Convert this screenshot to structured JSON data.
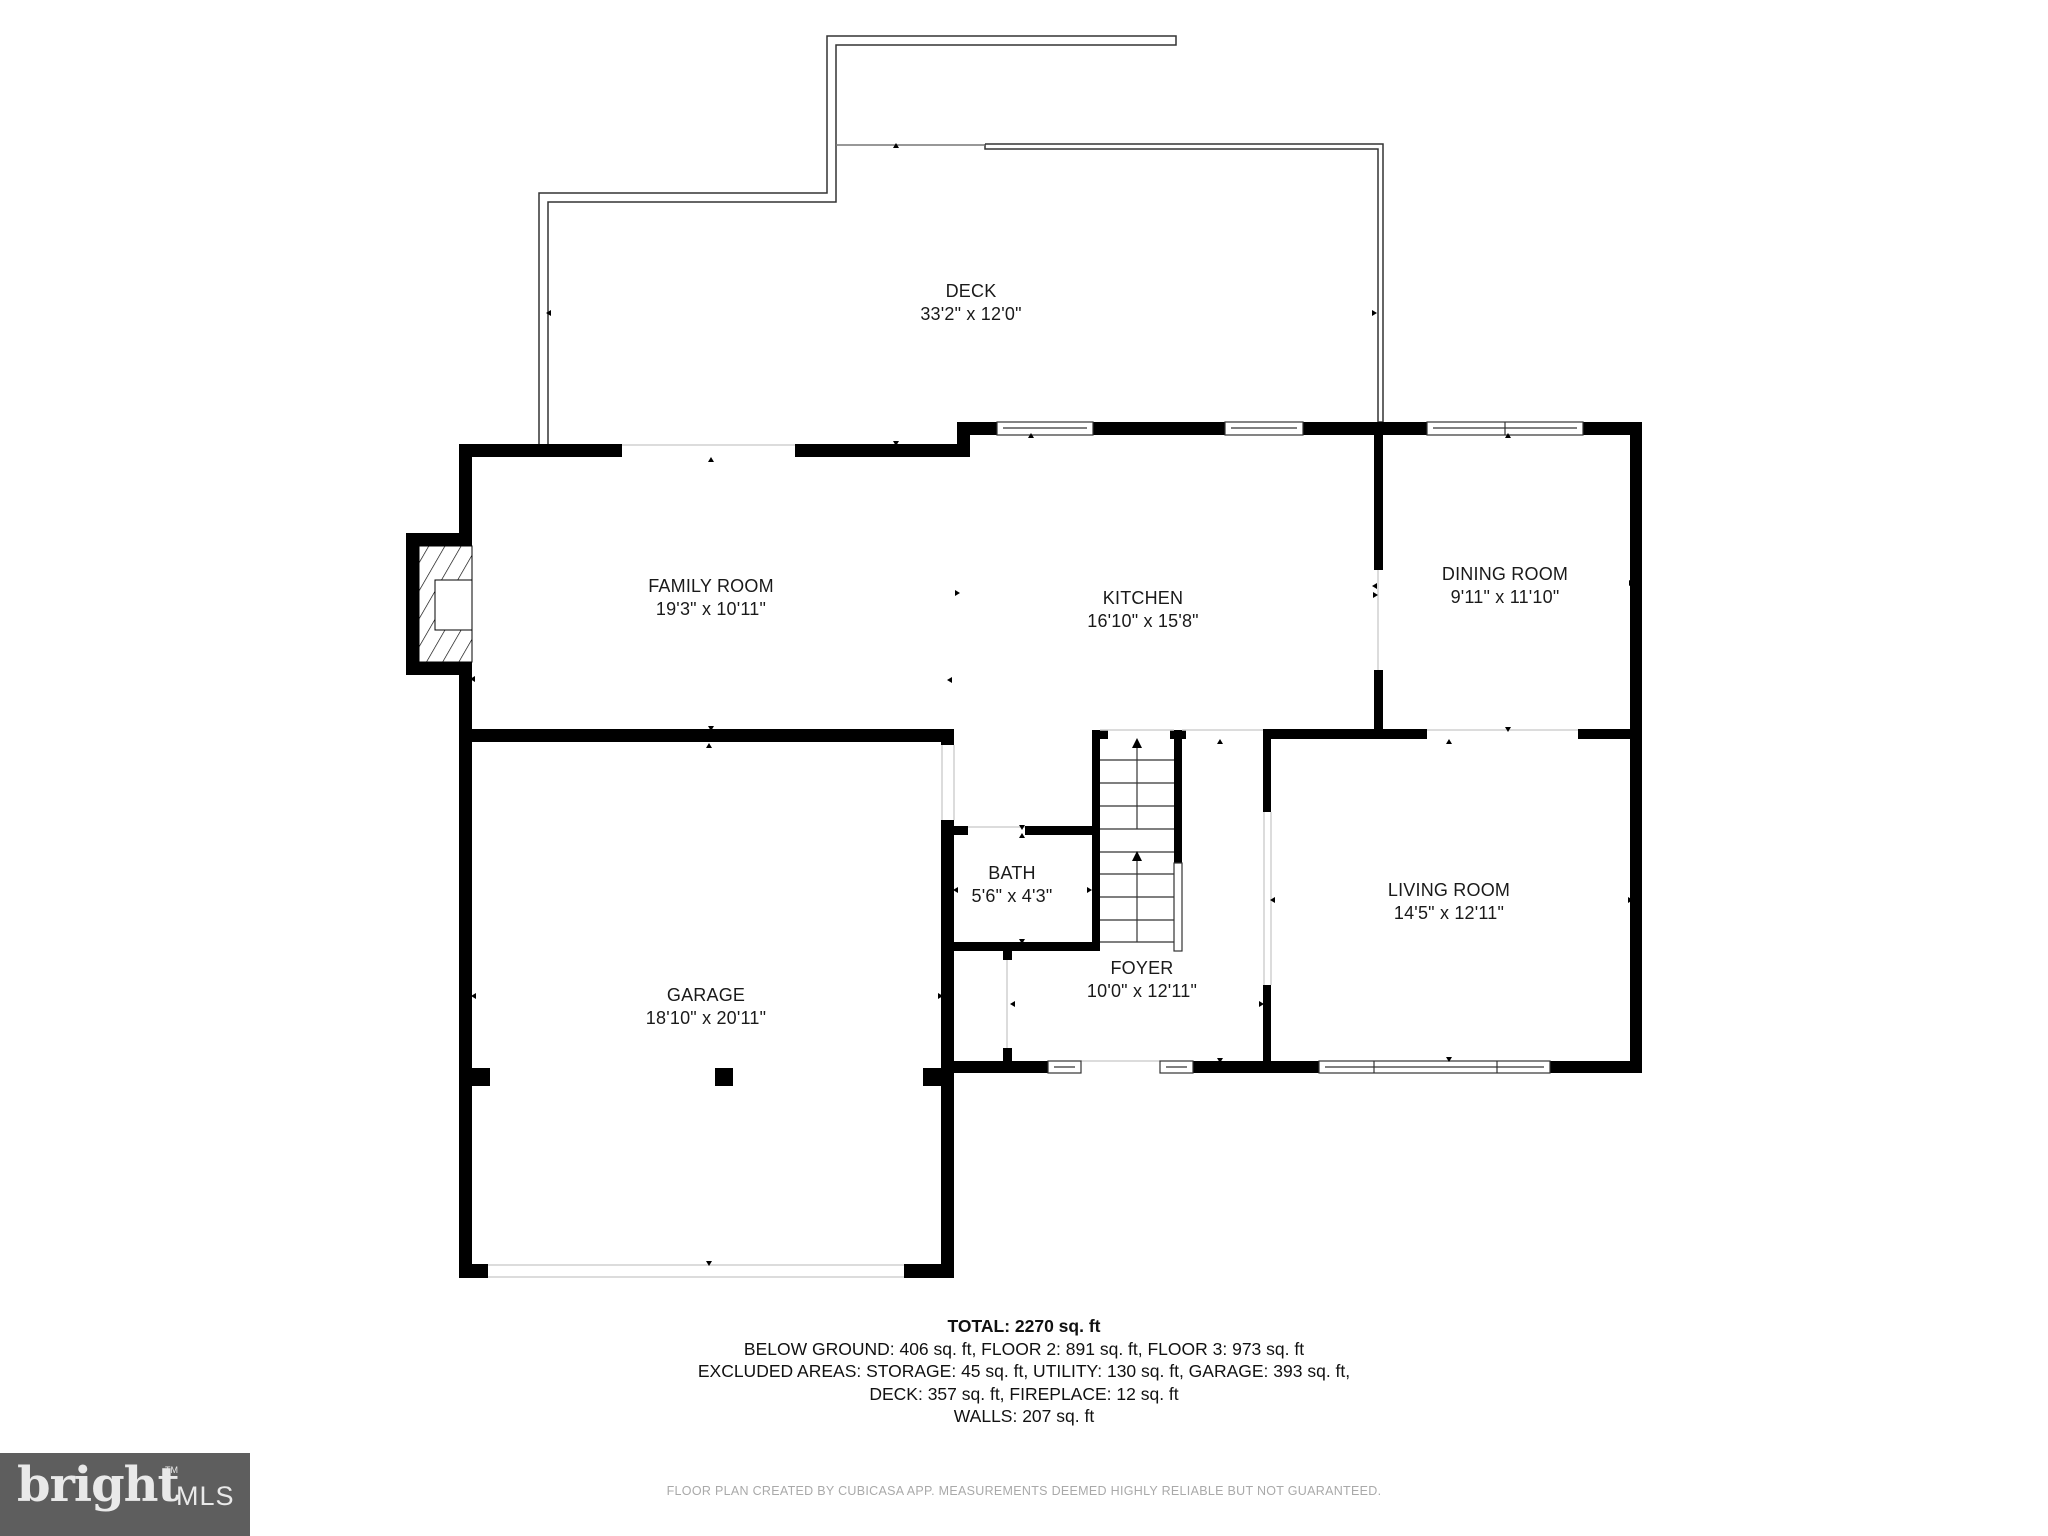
{
  "floor_plan": {
    "rooms": [
      {
        "id": "deck",
        "name": "DECK",
        "dims": "33'2\" x 12'0\""
      },
      {
        "id": "family-room",
        "name": "FAMILY ROOM",
        "dims": "19'3\" x 10'11\""
      },
      {
        "id": "kitchen",
        "name": "KITCHEN",
        "dims": "16'10\" x 15'8\""
      },
      {
        "id": "dining-room",
        "name": "DINING ROOM",
        "dims": "9'11\" x 11'10\""
      },
      {
        "id": "bath",
        "name": "BATH",
        "dims": "5'6\" x 4'3\""
      },
      {
        "id": "foyer",
        "name": "FOYER",
        "dims": "10'0\" x 12'11\""
      },
      {
        "id": "living-room",
        "name": "LIVING ROOM",
        "dims": "14'5\" x 12'11\""
      },
      {
        "id": "garage",
        "name": "GARAGE",
        "dims": "18'10\" x 20'11\""
      }
    ],
    "colors": {
      "wall": "#000000",
      "background": "#ffffff",
      "deck_outline": "#333333",
      "opening": "#d9d9d9"
    }
  },
  "summary": {
    "total": "TOTAL: 2270 sq. ft",
    "line1": "BELOW GROUND: 406 sq. ft, FLOOR 2: 891 sq. ft, FLOOR 3: 973 sq. ft",
    "line2": "EXCLUDED AREAS: STORAGE: 45 sq. ft, UTILITY: 130 sq. ft, GARAGE: 393 sq. ft,",
    "line3": "DECK: 357 sq. ft, FIREPLACE: 12 sq. ft",
    "line4": "WALLS: 207 sq. ft"
  },
  "disclaimer": "FLOOR PLAN CREATED BY CUBICASA APP. MEASUREMENTS DEEMED HIGHLY RELIABLE BUT NOT GUARANTEED.",
  "logo": {
    "wordmark": "bright",
    "suffix": "MLS",
    "trademark": "TM",
    "accent": "#e05a2b",
    "bg": "#5e5e5e"
  }
}
